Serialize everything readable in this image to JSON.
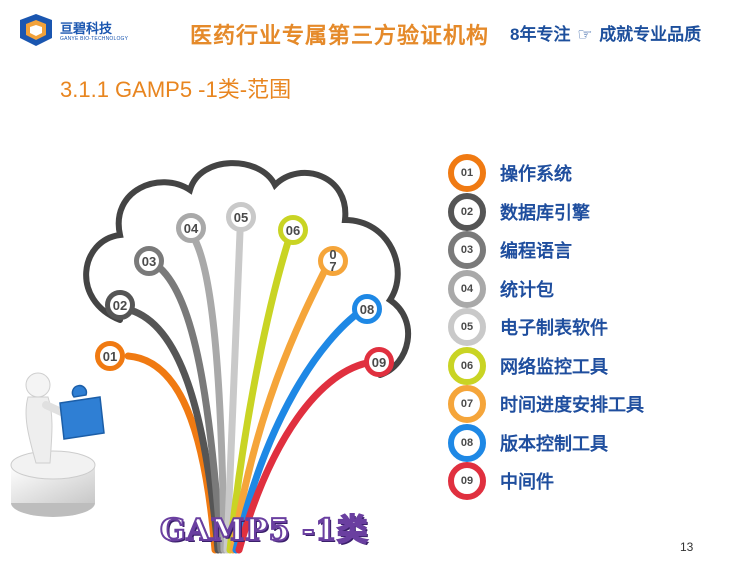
{
  "header": {
    "logo_text": "亘碧科技",
    "logo_sub": "GANYE BIO-TECHNOLOGY",
    "slogan": "医药行业专属第三方验证机构",
    "tagline_left": "8年专注",
    "tagline_icon": "pointing-hand-icon",
    "tagline_right": "成就专业品质"
  },
  "title": "3.1.1 GAMP5 -1类-范围",
  "diagram": {
    "circles": [
      {
        "num": "01",
        "color": "#f07a12"
      },
      {
        "num": "02",
        "color": "#555555"
      },
      {
        "num": "03",
        "color": "#7a7a7a"
      },
      {
        "num": "04",
        "color": "#a9a9a9"
      },
      {
        "num": "05",
        "color": "#c9c9c9"
      },
      {
        "num": "06",
        "color": "#c9d424"
      },
      {
        "num": "0\n7",
        "color": "#f5a53a"
      },
      {
        "num": "08",
        "color": "#1e88e5"
      },
      {
        "num": "09",
        "color": "#e0303f"
      }
    ],
    "label": "GAMP5 -1类"
  },
  "legend": [
    {
      "num": "01",
      "label": "操作系统",
      "color": "#f07a12"
    },
    {
      "num": "02",
      "label": "数据库引擎",
      "color": "#555555"
    },
    {
      "num": "03",
      "label": "编程语言",
      "color": "#7a7a7a"
    },
    {
      "num": "04",
      "label": "统计包",
      "color": "#a9a9a9"
    },
    {
      "num": "05",
      "label": "电子制表软件",
      "color": "#c9c9c9"
    },
    {
      "num": "06",
      "label": "网络监控工具",
      "color": "#c9d424"
    },
    {
      "num": "07",
      "label": "时间进度安排工具",
      "color": "#f5a53a"
    },
    {
      "num": "08",
      "label": "版本控制工具",
      "color": "#1e88e5"
    },
    {
      "num": "09",
      "label": "中间件",
      "color": "#e0303f"
    }
  ],
  "page_number": "13"
}
